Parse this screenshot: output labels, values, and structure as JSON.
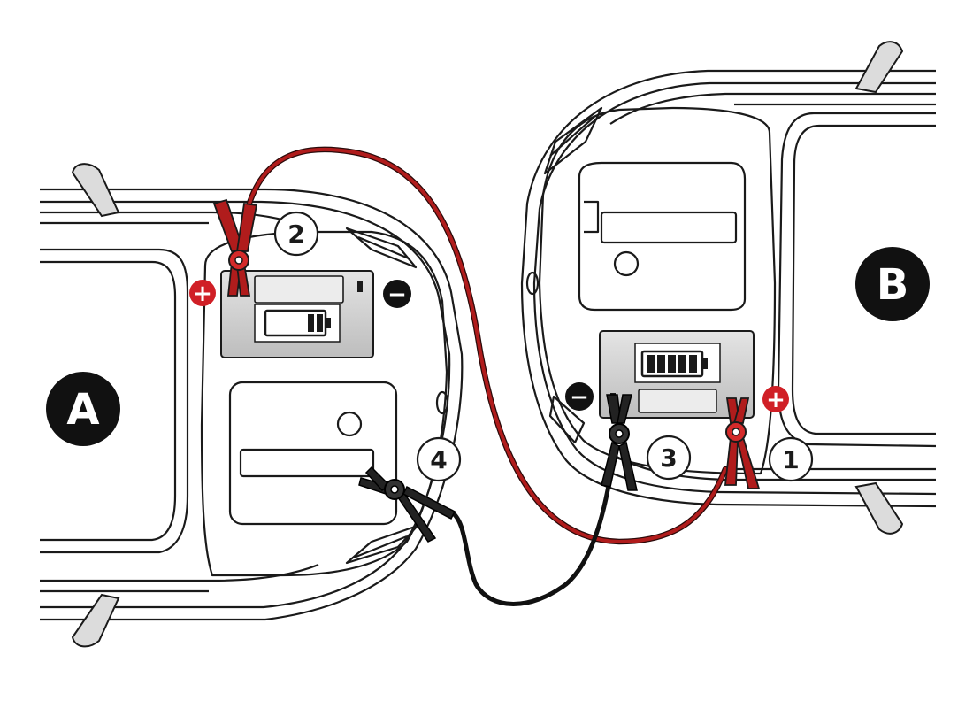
{
  "cars": [
    {
      "id": "A",
      "label": "A",
      "battery_state": "low"
    },
    {
      "id": "B",
      "label": "B",
      "battery_state": "full"
    }
  ],
  "steps": [
    {
      "number": "1",
      "connects": "red clamp to car B positive terminal"
    },
    {
      "number": "2",
      "connects": "red clamp to car A positive terminal"
    },
    {
      "number": "3",
      "connects": "black clamp to car B negative terminal"
    },
    {
      "number": "4",
      "connects": "black clamp to car A unpainted metal ground"
    }
  ],
  "terminals": {
    "positive": "+",
    "negative": "−"
  },
  "colors": {
    "positive_cable": "#b01c1c",
    "negative_cable": "#111111",
    "positive_badge": "#d01f26",
    "negative_badge": "#111111",
    "car_label_bg": "#111111"
  },
  "icons": [
    "battery-low-icon",
    "battery-full-icon",
    "red-clamp-icon",
    "black-clamp-icon"
  ]
}
